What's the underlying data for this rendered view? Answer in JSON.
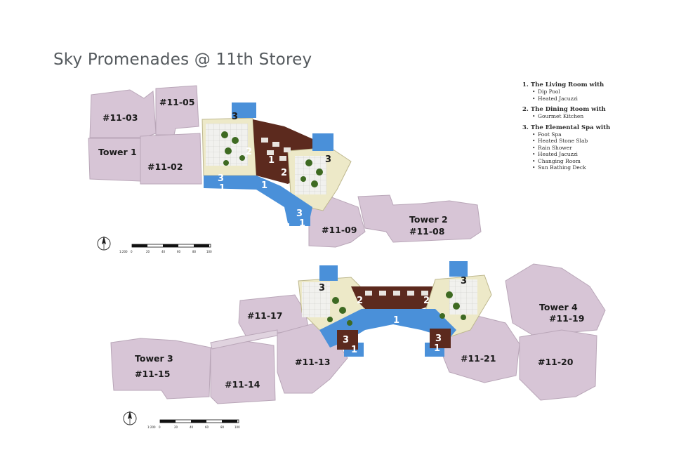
{
  "title": "Sky Promenades @ 11th Storey",
  "units": {
    "u0303": "#11-03",
    "u0305": "#11-05",
    "tower1": "Tower 1",
    "u0302": "#11-02",
    "tower2": "Tower 2",
    "u0308": "#11-08",
    "u0309": "#11-09",
    "u1317": "#11-17",
    "tower3": "Tower 3",
    "u1315": "#11-15",
    "u1314": "#11-14",
    "u1313": "#11-13",
    "u1321": "#11-21",
    "tower4": "Tower 4",
    "u1319": "#11-19",
    "u1320": "#11-20"
  },
  "zones": [
    "1",
    "2",
    "3"
  ],
  "scale": {
    "ratio": "1:200",
    "ticks": [
      "0",
      "20",
      "40",
      "60",
      "80",
      "100"
    ]
  },
  "legend": [
    {
      "heading": "1.  The Living Room with",
      "items": [
        "Dip Pool",
        "Heated Jacuzzi"
      ]
    },
    {
      "heading": "2.  The Dining Room with",
      "items": [
        "Gourmet Kitchen"
      ]
    },
    {
      "heading": "3.  The Elemental Spa with",
      "items": [
        "Foot Spa",
        "Heated Stone Slab",
        "Rain Shower",
        "Heated Jacuzzi",
        "Changing Room",
        "Sun Bathing Deck"
      ]
    }
  ],
  "colors": {
    "unit": "#d7c5d6",
    "unit_stroke": "#b9a6b8",
    "deck": "#5c2a1e",
    "pool": "#4a90d9",
    "garden": "#ede9c8"
  }
}
